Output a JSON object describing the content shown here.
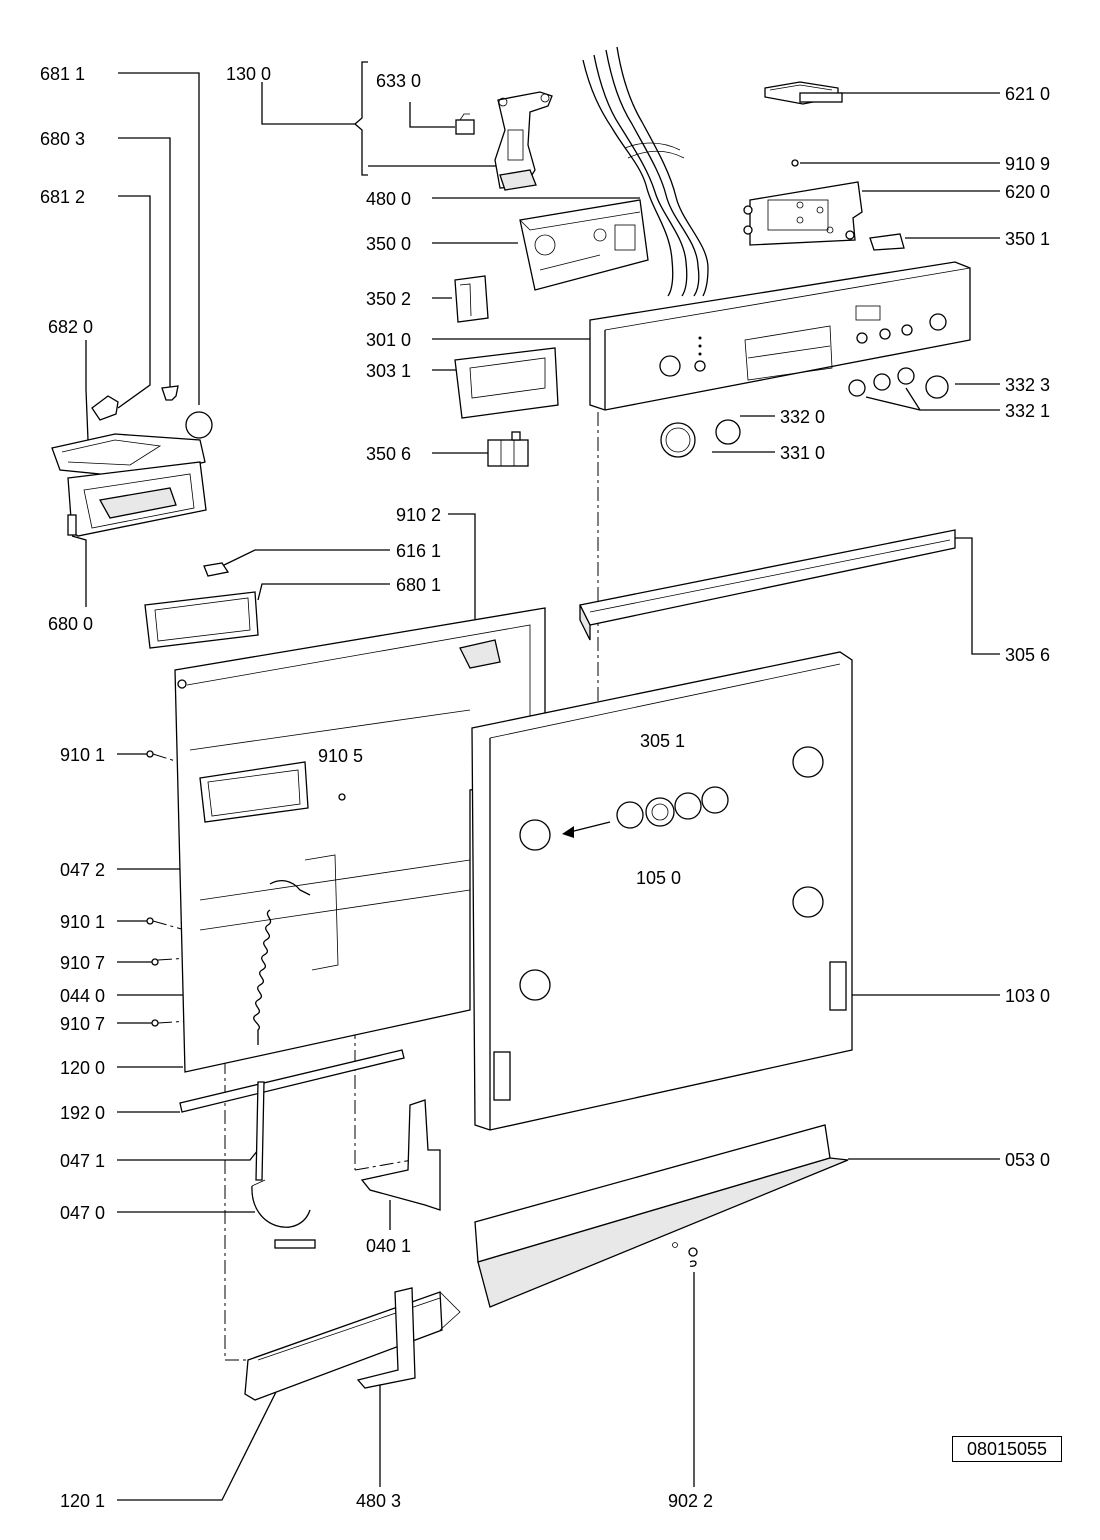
{
  "diagram": {
    "labels": {
      "p6811": "681 1",
      "p1300": "130 0",
      "p6330": "633 0",
      "p6210": "621 0",
      "p6803": "680 3",
      "p9109": "910 9",
      "p6812": "681 2",
      "p6200": "620 0",
      "p4800": "480 0",
      "p3500": "350 0",
      "p3501": "350 1",
      "p3502": "350 2",
      "p6820": "682 0",
      "p3010": "301 0",
      "p3031": "303 1",
      "p3323": "332 3",
      "p3321": "332 1",
      "p3320": "332 0",
      "p3310": "331 0",
      "p3506": "350 6",
      "p9102": "910 2",
      "p6161": "616 1",
      "p6801": "680 1",
      "p6800": "680 0",
      "p3056": "305 6",
      "p3051": "305 1",
      "p9101a": "910 1",
      "p9105": "910 5",
      "p1050": "105 0",
      "p0472": "047 2",
      "p9101b": "910 1",
      "p9107a": "910 7",
      "p0440": "044 0",
      "p9107b": "910 7",
      "p1030": "103 0",
      "p1200": "120 0",
      "p1920": "192 0",
      "p0471": "047 1",
      "p0530": "053 0",
      "p0470": "047 0",
      "p0401": "040 1",
      "p1201": "120 1",
      "p4803": "480 3",
      "p9022": "902 2"
    },
    "document_number": "08015055"
  }
}
